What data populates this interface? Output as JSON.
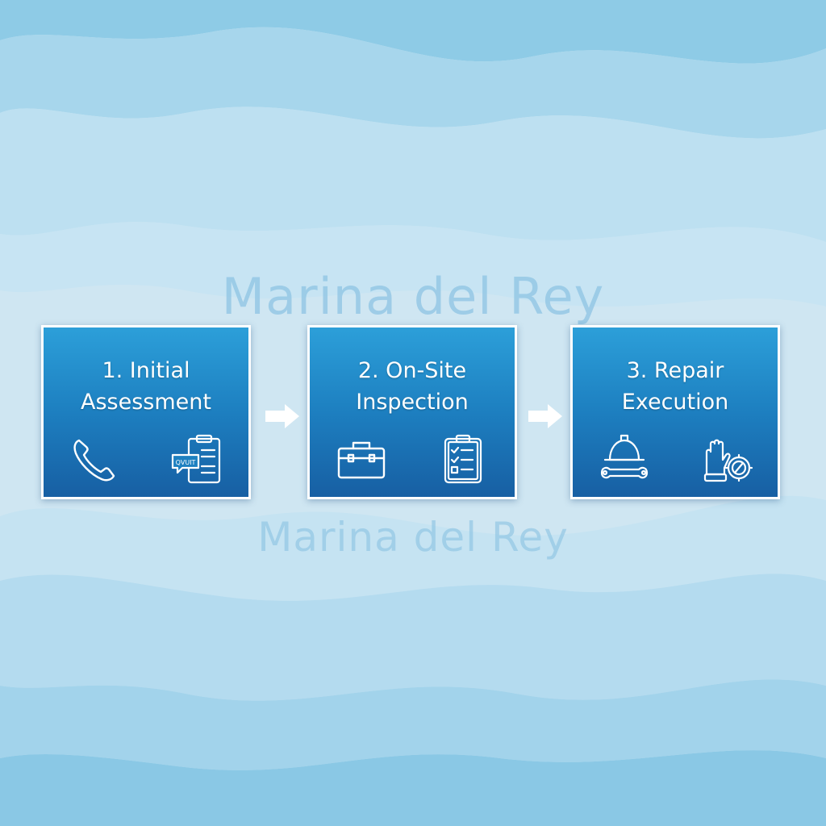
{
  "watermark": {
    "top": "Marina del Rey",
    "bottom": "Marina del Rey"
  },
  "steps": [
    {
      "line1": "1. Initial",
      "line2": "Assessment",
      "icons": [
        "phone-icon",
        "quote-clipboard-icon"
      ],
      "icon_text": "QVUIT"
    },
    {
      "line1": "2. On-Site",
      "line2": "Inspection",
      "icons": [
        "toolbox-icon",
        "checklist-clipboard-icon"
      ]
    },
    {
      "line1": "3. Repair",
      "line2": "Execution",
      "icons": [
        "hardhat-wrench-icon",
        "glove-gear-icon"
      ]
    }
  ],
  "colors": {
    "box_top": "#2c9fd9",
    "box_bottom": "#175fa3",
    "border": "#ffffff",
    "watermark": "#8cc3e3",
    "background": "#cfe6f2"
  }
}
